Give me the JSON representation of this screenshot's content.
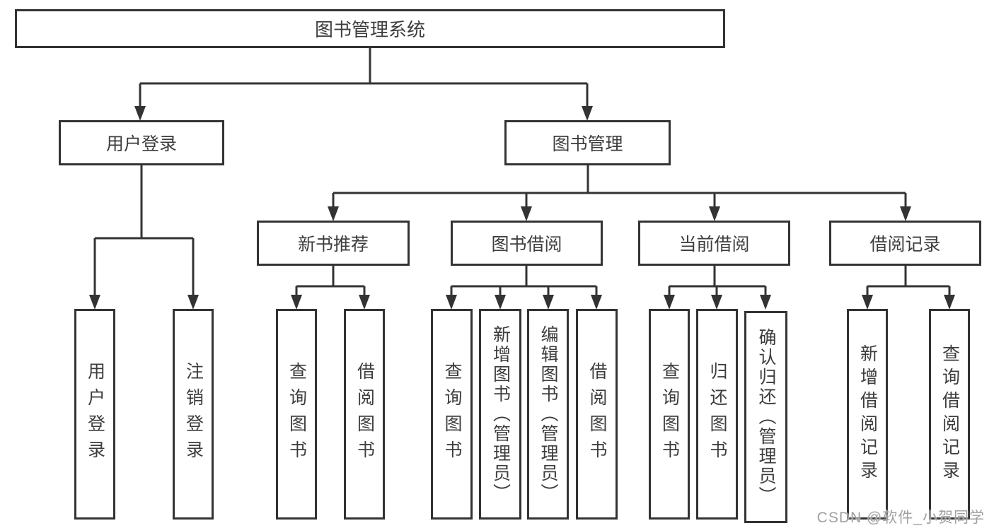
{
  "diagram": {
    "root": "图书管理系统",
    "branches": [
      {
        "label": "用户登录",
        "children": [
          "用户登录",
          "注销登录"
        ]
      },
      {
        "label": "图书管理",
        "children": [
          {
            "label": "新书推荐",
            "children": [
              "查询图书",
              "借阅图书"
            ]
          },
          {
            "label": "图书借阅",
            "children": [
              "查询图书",
              "新增图书（管理员）",
              "编辑图书（管理员）",
              "借阅图书"
            ]
          },
          {
            "label": "当前借阅",
            "children": [
              "查询图书",
              "归还图书",
              "确认归还（管理员）"
            ]
          },
          {
            "label": "借阅记录",
            "children": [
              "新增借阅记录",
              "查询借阅记录"
            ]
          }
        ]
      }
    ]
  },
  "colors": {
    "line": "#333333",
    "text": "#3d3d3d",
    "box_background": "#ffffff",
    "watermark": "#a0a0a0"
  },
  "watermark": "CSDN @软件_小贺同学"
}
